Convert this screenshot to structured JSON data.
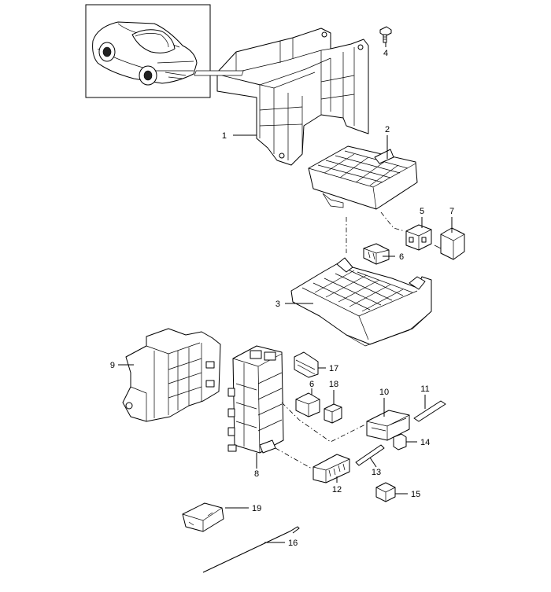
{
  "callouts": [
    {
      "id": "1",
      "label": "1"
    },
    {
      "id": "2",
      "label": "2"
    },
    {
      "id": "3",
      "label": "3"
    },
    {
      "id": "4",
      "label": "4"
    },
    {
      "id": "5",
      "label": "5"
    },
    {
      "id": "6a",
      "label": "6"
    },
    {
      "id": "6b",
      "label": "6"
    },
    {
      "id": "7",
      "label": "7"
    },
    {
      "id": "8",
      "label": "8"
    },
    {
      "id": "9",
      "label": "9"
    },
    {
      "id": "10",
      "label": "10"
    },
    {
      "id": "11",
      "label": "11"
    },
    {
      "id": "12",
      "label": "12"
    },
    {
      "id": "13",
      "label": "13"
    },
    {
      "id": "14",
      "label": "14"
    },
    {
      "id": "15",
      "label": "15"
    },
    {
      "id": "16",
      "label": "16"
    },
    {
      "id": "17",
      "label": "17"
    },
    {
      "id": "18",
      "label": "18"
    },
    {
      "id": "19",
      "label": "19"
    }
  ]
}
